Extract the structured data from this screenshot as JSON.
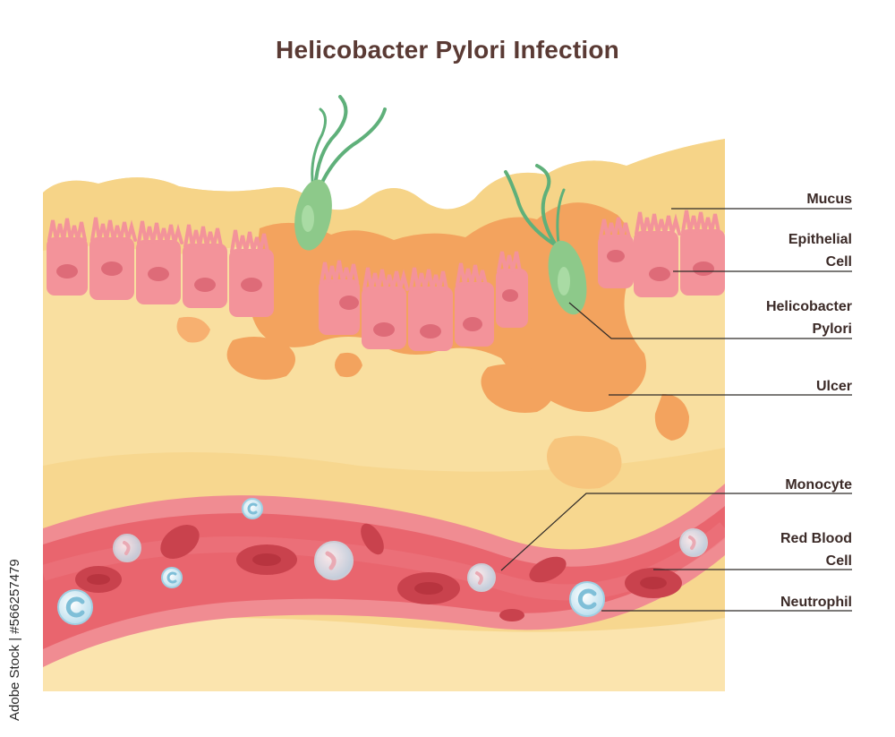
{
  "title": "Helicobacter Pylori Infection",
  "labels": {
    "mucus": "Mucus",
    "epithelial_line1": "Epithelial",
    "epithelial_line2": "Cell",
    "hpylori_line1": "Helicobacter",
    "hpylori_line2": "Pylori",
    "ulcer": "Ulcer",
    "monocyte": "Monocyte",
    "rbc_line1": "Red Blood",
    "rbc_line2": "Cell",
    "neutrophil": "Neutrophil"
  },
  "watermark": "Adobe Stock | #566257479",
  "colors": {
    "title": "#5a3a34",
    "mucus": "#f6d488",
    "tissue": "#f9dfa0",
    "ulcer": "#f3a35e",
    "epithelial": "#f3939a",
    "nucleus": "#de6b78",
    "bacterium": "#8dc98a",
    "vessel_wall": "#f08c92",
    "vessel_lumen": "#e9656e",
    "rbc": "#c9424d",
    "wbc": "#d4ecf5"
  }
}
